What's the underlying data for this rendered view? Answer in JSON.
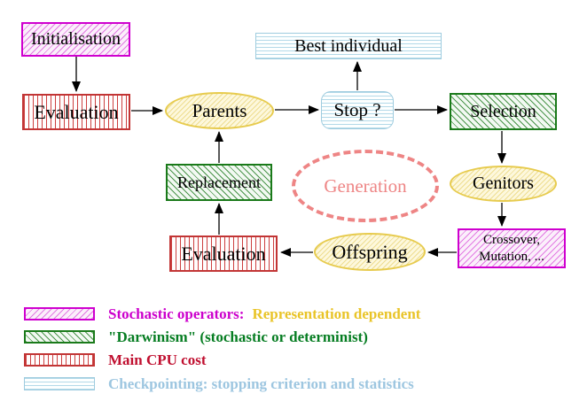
{
  "diagram": {
    "nodes": {
      "initialisation": "Initialisation",
      "evaluation_top": "Evaluation",
      "parents": "Parents",
      "best_individual": "Best individual",
      "stop": "Stop ?",
      "selection": "Selection",
      "genitors": "Genitors",
      "crossover_line1": "Crossover,",
      "crossover_line2": "Mutation, ...",
      "offspring": "Offspring",
      "evaluation_bottom": "Evaluation",
      "replacement": "Replacement",
      "generation": "Generation"
    },
    "edges": [
      {
        "from": "initialisation",
        "to": "evaluation_top"
      },
      {
        "from": "evaluation_top",
        "to": "parents"
      },
      {
        "from": "parents",
        "to": "stop"
      },
      {
        "from": "stop",
        "to": "best_individual"
      },
      {
        "from": "stop",
        "to": "selection"
      },
      {
        "from": "selection",
        "to": "genitors"
      },
      {
        "from": "genitors",
        "to": "crossover_mutation"
      },
      {
        "from": "crossover_mutation",
        "to": "offspring"
      },
      {
        "from": "offspring",
        "to": "evaluation_bottom"
      },
      {
        "from": "evaluation_bottom",
        "to": "replacement"
      },
      {
        "from": "replacement",
        "to": "parents"
      }
    ],
    "colors": {
      "stochastic_magenta": "#cc00cc",
      "darwinism_green": "#1a7a1a",
      "cpu_red": "#c23535",
      "checkpoint_cyan": "#9fccdf",
      "population_yellow": "#e7cb4e",
      "generation_salmon": "#ee8585",
      "gold_text": "#e9c428",
      "arrow_black": "#000000"
    }
  },
  "legend": {
    "items": [
      {
        "label": "Stochastic operators:",
        "label2": "Representation dependent"
      },
      {
        "label": "\"Darwinism\" (stochastic or determinist)"
      },
      {
        "label": "Main CPU cost"
      },
      {
        "label": "Checkpointing: stopping criterion and statistics"
      }
    ]
  }
}
